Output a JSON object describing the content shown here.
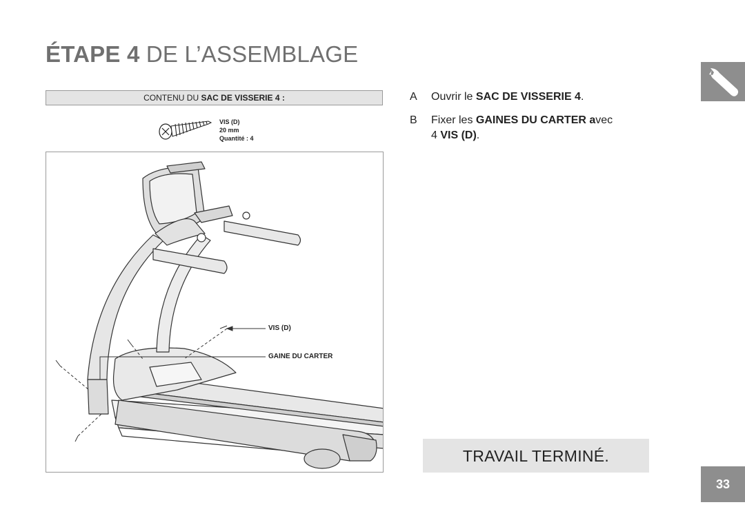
{
  "title": {
    "bold": "ÉTAPE 4",
    "rest": "DE L’ASSEMBLAGE"
  },
  "hardware": {
    "header_prefix": "CONTENU DU",
    "header_bold": "SAC DE VISSERIE 4 :",
    "screw_name": "VIS (D)",
    "screw_size": "20 mm",
    "screw_qty": "Quantité : 4"
  },
  "diagram": {
    "callout_screw": "VIS (D)",
    "callout_cover": "GAINE DU CARTER"
  },
  "steps": [
    {
      "letter": "A",
      "prefix": "Ouvrir le ",
      "bold": "SAC DE VISSERIE 4",
      "suffix": "."
    },
    {
      "letter": "B",
      "prefix": "Fixer les ",
      "bold": "GAINES DU CARTER a",
      "suffix": "vec",
      "line2_prefix": "4 ",
      "line2_bold": "VIS (D)",
      "line2_suffix": "."
    }
  ],
  "done_label": "TRAVAIL TERMINÉ.",
  "page_number": "33",
  "icons": {
    "tab_icon": "wrench-icon"
  }
}
